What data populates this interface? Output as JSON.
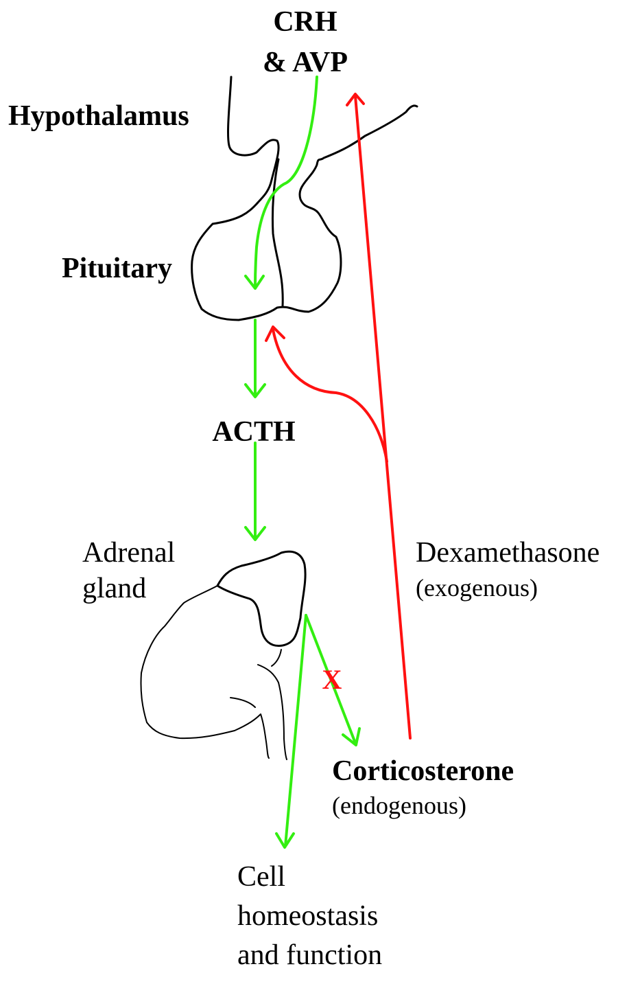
{
  "labels": {
    "crh": "CRH",
    "avp": "& AVP",
    "hypothalamus": "Hypothalamus",
    "pituitary": "Pituitary",
    "acth": "ACTH",
    "adrenal_line1": "Adrenal",
    "adrenal_line2": "gland",
    "dexamethasone": "Dexamethasone",
    "dexamethasone_note": "(exogenous)",
    "corticosterone": "Corticosterone",
    "corticosterone_note": "(endogenous)",
    "blocked_mark": "X",
    "cell_line1": "Cell",
    "cell_line2": "homeostasis",
    "cell_line3": "and function"
  },
  "colors": {
    "stimulatory": "#33ee11",
    "inhibitory": "#ff1111",
    "outline": "#000000",
    "text": "#000000"
  }
}
